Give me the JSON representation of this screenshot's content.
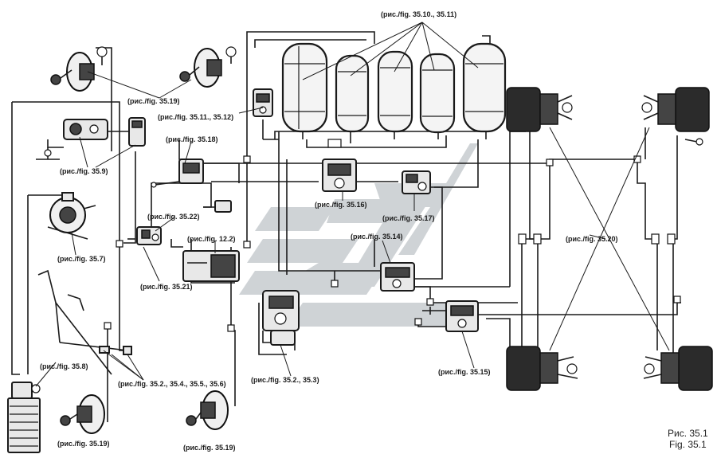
{
  "labels": {
    "receivers": "(рис./fig. 35.10., 35.11)",
    "chamber_top_left": "(рис./fig. 35.19)",
    "valve_35_11": "(рис./fig. 35.11., 35.12)",
    "valve_35_18": "(рис./fig. 35.18)",
    "compressor_35_9": "(рис./fig. 35.9)",
    "valve_35_16": "(рис./fig. 35.16)",
    "valve_35_17": "(рис./fig. 35.17)",
    "valve_35_22": "(рис./fig. 35.22)",
    "valve_12_2": "(рис./fig. 12.2)",
    "valve_35_14": "(рис./fig. 35.14)",
    "spring_chambers_35_20": "(рис./fig. 35.20)",
    "unit_35_7": "(рис./fig. 35.7)",
    "valve_35_21": "(рис./fig. 35.21)",
    "unit_35_8": "(рис./fig. 35.8)",
    "linkage_35_2": "(рис./fig. 35.2., 35.4., 35.5., 35.6)",
    "brake_valve_35_2": "(рис./fig. 35.2., 35.3)",
    "valve_35_15": "(рис./fig. 35.15)",
    "chamber_bottom_left": "(рис./fig. 35.19)",
    "chamber_bottom_mid": "(рис./fig. 35.19)"
  },
  "caption": {
    "ru": "Рис. 35.1",
    "en": "Fig. 35.1"
  }
}
